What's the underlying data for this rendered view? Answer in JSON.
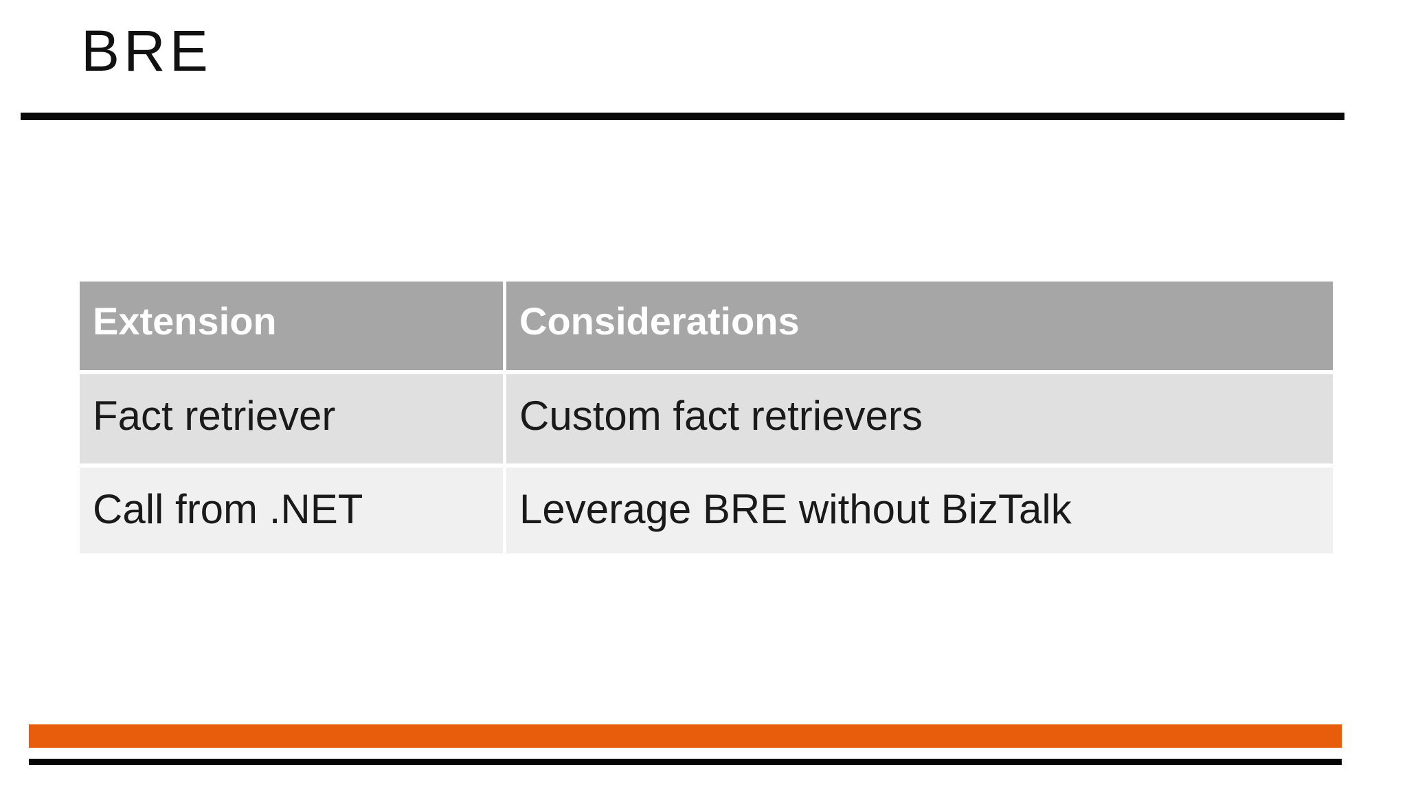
{
  "slide": {
    "title": "BRE",
    "table": {
      "headers": [
        "Extension",
        "Considerations"
      ],
      "rows": [
        [
          "Fact retriever",
          "Custom fact retrievers"
        ],
        [
          "Call from .NET",
          "Leverage BRE without BizTalk"
        ]
      ]
    },
    "colors": {
      "accent_orange": "#E85D0C",
      "table_header_gray": "#A6A6A6",
      "table_row_band_1": "#E0E0E0",
      "table_row_band_2": "#F0F0F0",
      "rule_black": "#0A0A0A"
    }
  }
}
